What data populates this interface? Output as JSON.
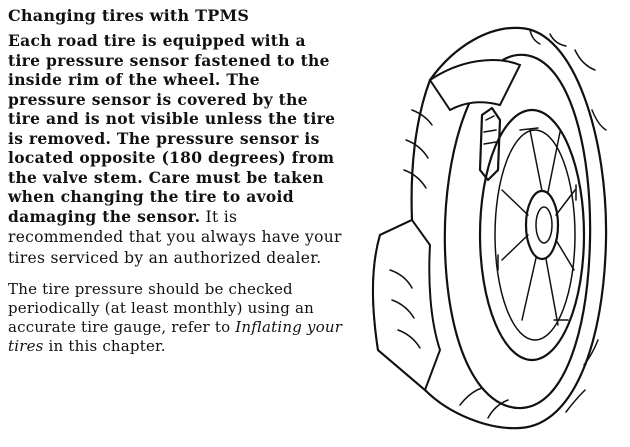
{
  "section": {
    "heading": "Changing tires with TPMS"
  },
  "paragraph1": {
    "bold_text": "Each road tire is equipped with a tire pressure sensor fastened to the inside rim of the wheel. The pressure sensor is covered by the tire and is not visible unless the tire is removed. The pressure sensor is located opposite (180 degrees) from the valve stem. Care must be taken when changing the tire to avoid damaging the sensor.",
    "normal_text": " It is recommended that you always have your tires serviced by an authorized dealer."
  },
  "paragraph2": {
    "text_before": "The tire pressure should be checked periodically (at least monthly) using an accurate tire gauge, refer to ",
    "italic_ref": "Inflating your tires",
    "text_after": " in this chapter."
  },
  "illustration": {
    "icon": "tire-cutaway-illustration"
  }
}
